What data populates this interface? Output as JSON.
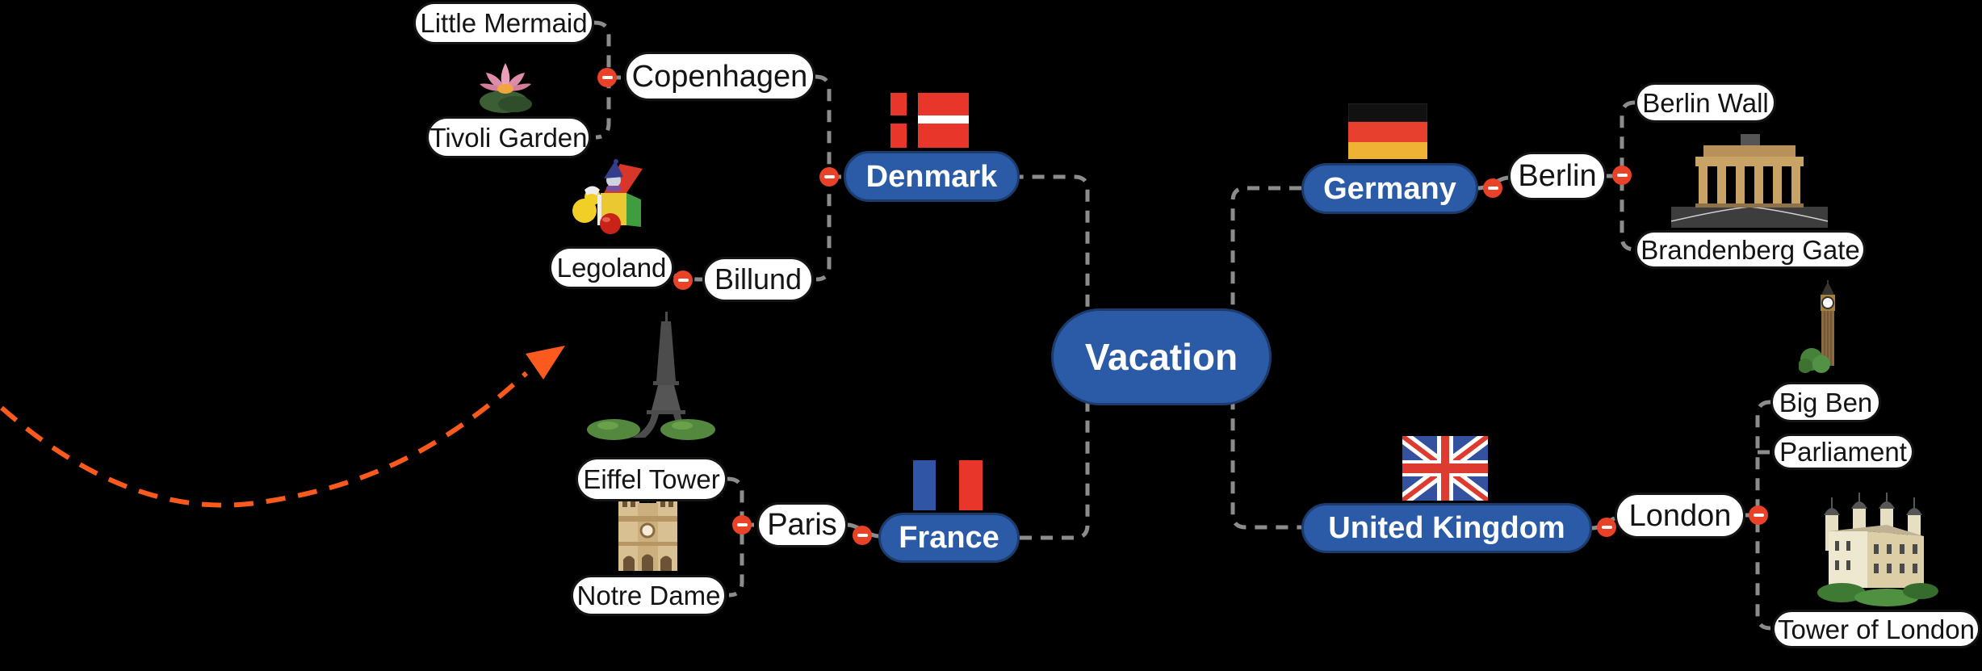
{
  "colors": {
    "background": "#000000",
    "node_blue": "#2B5AA7",
    "node_border": "#1C3C6E",
    "pill_white": "#FFFFFF",
    "pill_border": "#141414",
    "text_dark": "#141414",
    "text_light": "#FFFFFF",
    "connector_gray": "#8C8C8C",
    "collapse_red": "#E94228",
    "arrow_orange": "#FB5A1F"
  },
  "root": {
    "label": "Vacation"
  },
  "countries": {
    "denmark": {
      "label": "Denmark",
      "flag_icon": "denmark-flag",
      "cities": {
        "copenhagen": {
          "label": "Copenhagen",
          "attractions": {
            "little_mermaid": {
              "label": "Little Mermaid"
            },
            "tivoli_garden": {
              "label": "Tivoli Garden",
              "icon": "water-lily"
            }
          }
        },
        "billund": {
          "label": "Billund",
          "attractions": {
            "legoland": {
              "label": "Legoland",
              "icon": "jack-in-the-box-toys"
            }
          }
        }
      }
    },
    "france": {
      "label": "France",
      "flag_icon": "france-flag",
      "cities": {
        "paris": {
          "label": "Paris",
          "attractions": {
            "eiffel_tower": {
              "label": "Eiffel Tower",
              "icon": "eiffel-tower"
            },
            "notre_dame": {
              "label": "Notre Dame",
              "icon": "notre-dame-cathedral"
            }
          }
        }
      }
    },
    "germany": {
      "label": "Germany",
      "flag_icon": "germany-flag",
      "cities": {
        "berlin": {
          "label": "Berlin",
          "attractions": {
            "berlin_wall": {
              "label": "Berlin Wall"
            },
            "brandenberg_gate": {
              "label": "Brandenberg Gate",
              "icon": "brandenburg-gate"
            }
          }
        }
      }
    },
    "united_kingdom": {
      "label": "United Kingdom",
      "flag_icon": "uk-flag",
      "cities": {
        "london": {
          "label": "London",
          "attractions": {
            "big_ben": {
              "label": "Big Ben",
              "icon": "big-ben-tower"
            },
            "parliament": {
              "label": "Parliament"
            },
            "tower_of_london": {
              "label": "Tower of London",
              "icon": "tower-of-london-castle"
            }
          }
        }
      }
    }
  },
  "annotation": {
    "arrow_icon": "orange-dashed-curved-arrow"
  }
}
